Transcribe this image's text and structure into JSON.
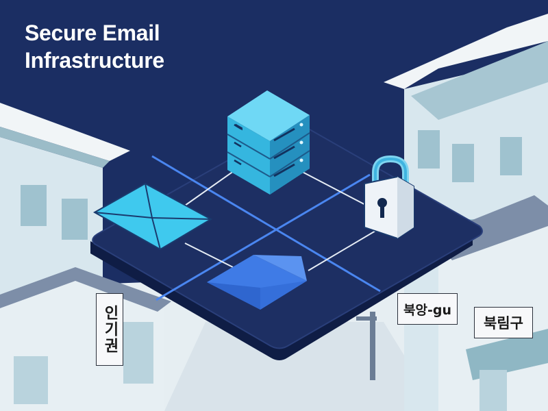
{
  "title": {
    "line1": "Secure Email",
    "line2": "Infrastructure"
  },
  "signs": {
    "left": "인기권",
    "middle": "북앙-gu",
    "right": "북림구"
  },
  "icons": [
    "server-stack-icon",
    "envelope-icon",
    "open-envelope-icon",
    "padlock-icon"
  ],
  "colors": {
    "background": "#1b2e63",
    "platform": "#1d2f63",
    "accent_cyan": "#3fc9ee",
    "accent_blue": "#3f7be6",
    "building": "#d7e8ef"
  }
}
